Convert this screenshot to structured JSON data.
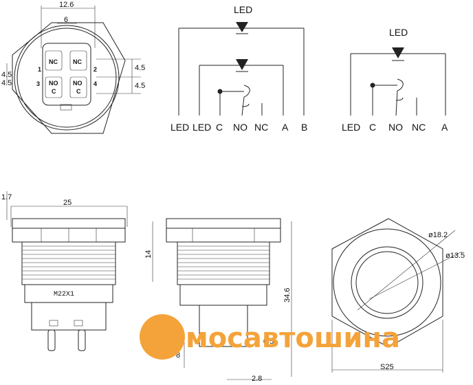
{
  "top_view": {
    "dims": {
      "width_outer": "12.6",
      "width_inner": "6",
      "left_v1": "4.5",
      "left_v2": "4.5",
      "right_v1": "4.5",
      "right_v2": "4.5"
    },
    "terminals": [
      {
        "label": "NC",
        "num": "1"
      },
      {
        "label": "NC",
        "num": "2"
      },
      {
        "label": "NO",
        "num": "3"
      },
      {
        "label": "NO",
        "num": "4"
      },
      {
        "label": "C",
        "num": ""
      },
      {
        "label": "C",
        "num": ""
      }
    ]
  },
  "schematic_bicolor": {
    "led_title": "LED",
    "pins": [
      "LED",
      "LED",
      "C",
      "NO",
      "NC",
      "A",
      "B"
    ]
  },
  "schematic_single": {
    "led_title": "LED",
    "pins": [
      "LED",
      "C",
      "NO",
      "NC",
      "A"
    ]
  },
  "side_view": {
    "width": "25",
    "nut": "1.7",
    "thread": "M22X1"
  },
  "side_view2": {
    "thread_len": "14",
    "total_len": "34.6",
    "pin_pitch": "2.8",
    "pin_len": "8",
    "pin_w": "0.5"
  },
  "front_view": {
    "d_outer": "ø18.2",
    "d_inner": "ø13.5",
    "hex": "S25"
  },
  "watermark": {
    "text": "мосавтошина",
    "color": "#f4a33a"
  }
}
